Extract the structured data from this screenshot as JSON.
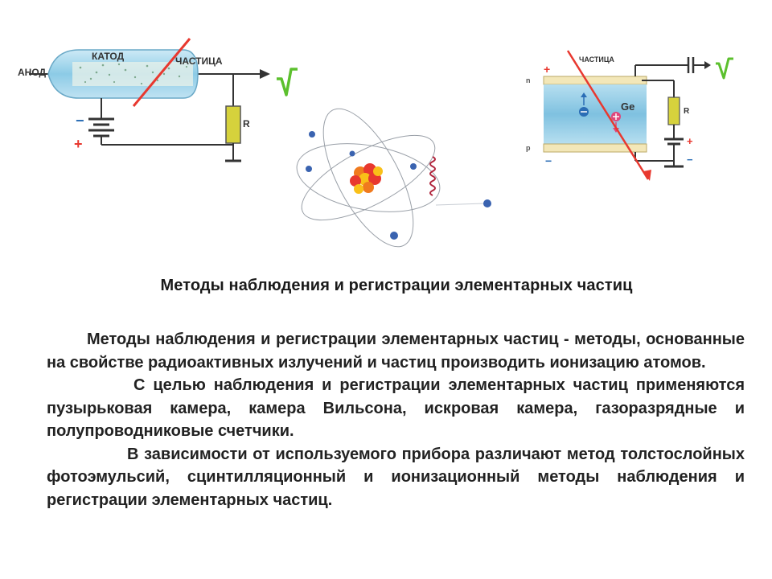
{
  "figures": {
    "gas_counter": {
      "anode_label": "АНОД",
      "cathode_label": "КАТОД",
      "particle_label": "ЧАСТИЦА",
      "resistor_label": "R",
      "minus": "−",
      "plus": "+"
    },
    "semiconductor_counter": {
      "particle_label": "ЧАСТИЦА",
      "material_label": "Ge",
      "resistor_label": "R",
      "n_label": "n",
      "p_label": "p",
      "plus": "+",
      "minus": "−"
    },
    "colors": {
      "particle_track": "#e8382f",
      "signal": "#5cc02e",
      "resistor": "#d6d23c",
      "tube_fill": "#a8d8ec",
      "crystal_fill": "#8fcbe6",
      "electron": "#3a63b0",
      "nucleus": "#f07a1e",
      "wave": "#b0243c"
    }
  },
  "title": "Методы наблюдения и регистрации элементарных частиц",
  "paragraphs": [
    "Методы наблюдения и регистрации элементарных частиц - методы, основанные на свойстве радиоактивных излучений и частиц производить ионизацию атомов.",
    "С целью наблюдения и регистрации элементарных частиц применяются пузырьковая камера, камера Вильсона, искровая камера, газоразрядные и полупроводниковые счетчики.",
    "В зависимости от используемого прибора различают метод толстослойных фотоэмульсий, сцинтилляционный и ионизационный методы наблюдения и регистрации элементарных частиц."
  ]
}
